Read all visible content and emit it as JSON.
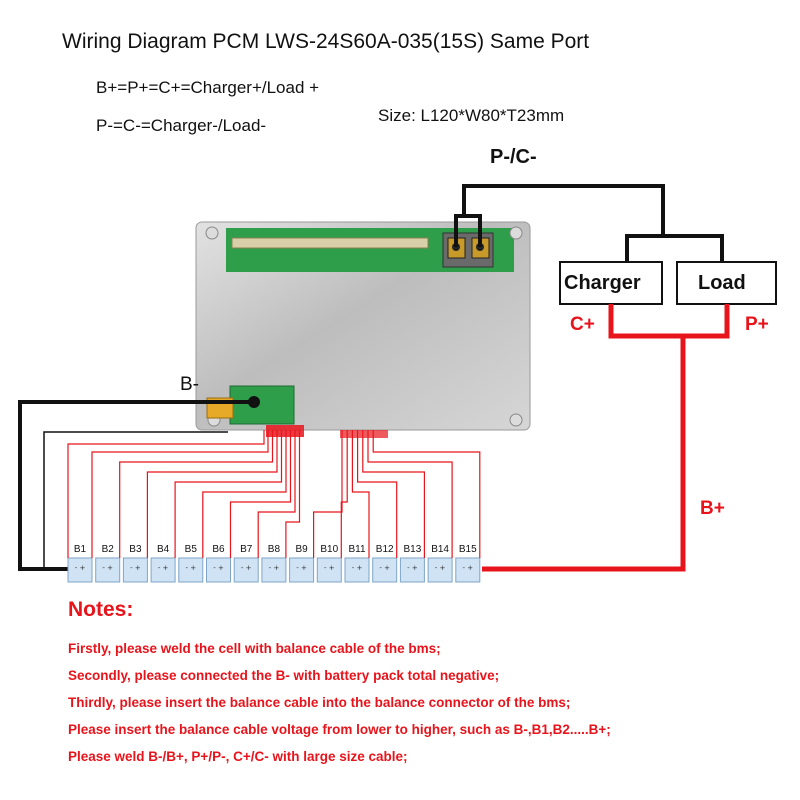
{
  "header": {
    "title": "Wiring Diagram PCM LWS-24S60A-035(15S) Same Port",
    "eq_positive": "B+=P+=C+=Charger+/Load +",
    "eq_negative": "P-=C-=Charger-/Load-",
    "size": "Size: L120*W80*T23mm"
  },
  "labels": {
    "p_minus_c_minus": "P-/C-",
    "charger": "Charger",
    "load": "Load",
    "c_plus": "C+",
    "p_plus": "P+",
    "b_plus": "B+",
    "b_minus": "B-"
  },
  "cells": [
    "B1",
    "B2",
    "B3",
    "B4",
    "B5",
    "B6",
    "B7",
    "B8",
    "B9",
    "B10",
    "B11",
    "B12",
    "B13",
    "B14",
    "B15"
  ],
  "colors": {
    "positive_wire": "#e8141b",
    "negative_wire": "#111111",
    "balance_wire": "#e8141b",
    "notes_text": "#e8141b",
    "pcb_green": "#2e9e4a",
    "plate": "#c9c9c9",
    "cell_blue": "#cfe3f5"
  },
  "notes": {
    "title": "Notes:",
    "items": [
      "Firstly, please weld the cell with balance cable of the bms;",
      "Secondly, please connected the B- with battery pack total negative;",
      "Thirdly, please insert the balance cable into the balance connector of the bms;",
      "Please insert the balance cable voltage from lower to higher, such as B-,B1,B2.....B+;",
      "Please weld B-/B+, P+/P-, C+/C- with large size cable;"
    ]
  }
}
